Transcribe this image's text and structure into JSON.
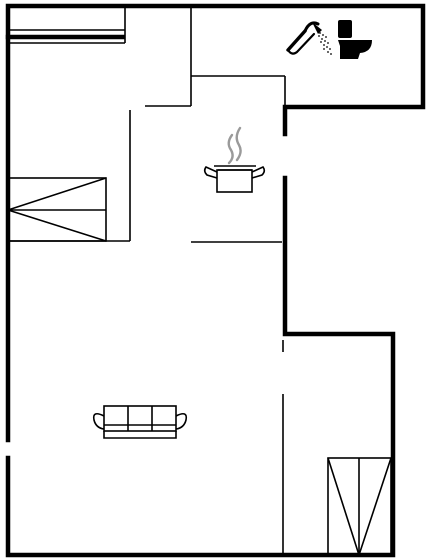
{
  "floorplan": {
    "rooms": [
      "bathroom",
      "kitchen",
      "bedroom",
      "living-room",
      "entry"
    ],
    "fixtures": [
      {
        "room": "bathroom",
        "icon": "shower-icon"
      },
      {
        "room": "bathroom",
        "icon": "toilet-icon"
      },
      {
        "room": "kitchen",
        "icon": "cooking-pot-icon"
      },
      {
        "room": "bedroom",
        "icon": "bed-icon"
      },
      {
        "room": "living-room",
        "icon": "sofa-icon"
      },
      {
        "room": "entry",
        "icon": "wardrobe-icon"
      }
    ],
    "colors": {
      "walls": "#000000",
      "background": "#ffffff",
      "steam": "#9a9a9a"
    }
  }
}
